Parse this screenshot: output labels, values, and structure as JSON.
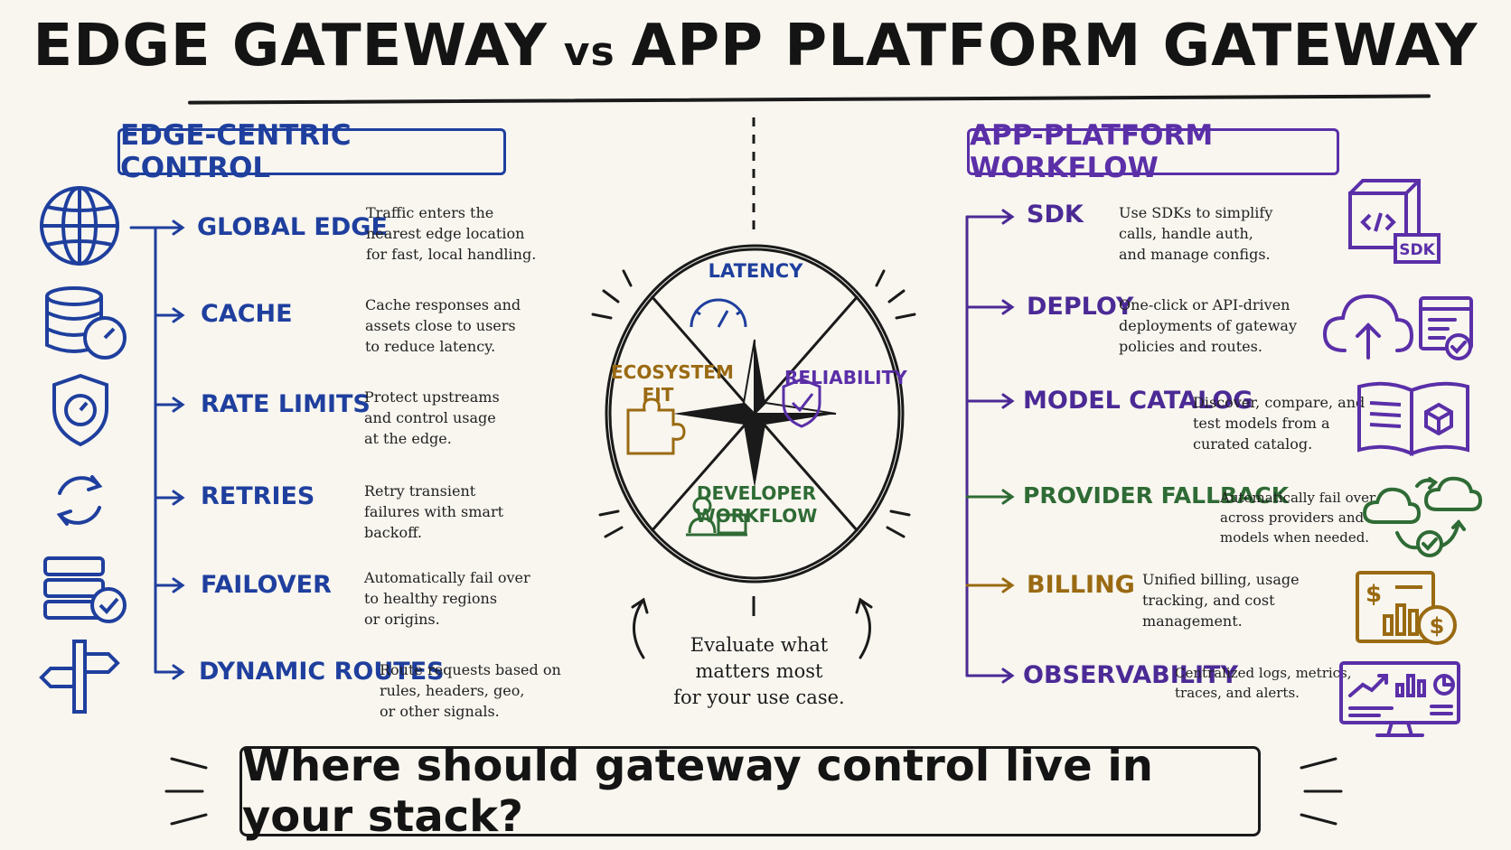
{
  "title": {
    "part1": "EDGE GATEWAY",
    "vs": "vs",
    "part2": "APP PLATFORM GATEWAY"
  },
  "left": {
    "heading": "EDGE-CENTRIC CONTROL",
    "items": [
      {
        "label": "GLOBAL EDGE",
        "icon": "globe-icon",
        "desc": [
          "Traffic enters the",
          "nearest edge location",
          "for fast, local handling."
        ]
      },
      {
        "label": "CACHE",
        "icon": "database-clock-icon",
        "desc": [
          "Cache responses and",
          "assets close to users",
          "to reduce latency."
        ]
      },
      {
        "label": "RATE LIMITS",
        "icon": "shield-gauge-icon",
        "desc": [
          "Protect upstreams",
          "and control usage",
          "at the edge."
        ]
      },
      {
        "label": "RETRIES",
        "icon": "refresh-icon",
        "desc": [
          "Retry transient",
          "failures with smart",
          "backoff."
        ]
      },
      {
        "label": "FAILOVER",
        "icon": "server-check-icon",
        "desc": [
          "Automatically fail over",
          "to healthy regions",
          "or origins."
        ]
      },
      {
        "label": "DYNAMIC ROUTES",
        "icon": "signpost-icon",
        "desc": [
          "Route requests based on",
          "rules, headers, geo,",
          "or other signals."
        ]
      }
    ]
  },
  "right": {
    "heading": "APP-PLATFORM WORKFLOW",
    "items": [
      {
        "label": "SDK",
        "icon": "sdk-box-icon",
        "badge": "SDK",
        "desc": [
          "Use SDKs to simplify",
          "calls, handle auth,",
          "and manage configs."
        ]
      },
      {
        "label": "DEPLOY",
        "icon": "cloud-upload-icon",
        "desc": [
          "One-click or API-driven",
          "deployments of gateway",
          "policies and routes."
        ]
      },
      {
        "label": "MODEL CATALOG",
        "icon": "book-cube-icon",
        "desc": [
          "Discover, compare, and",
          "test models from a",
          "curated catalog."
        ]
      },
      {
        "label": "PROVIDER FALLBACK",
        "icon": "cloud-swap-icon",
        "desc": [
          "Automatically fail over",
          "across providers and",
          "models when needed."
        ]
      },
      {
        "label": "BILLING",
        "icon": "billing-chart-icon",
        "desc": [
          "Unified billing, usage",
          "tracking, and cost",
          "management."
        ]
      },
      {
        "label": "OBSERVABILITY",
        "icon": "monitor-dashboard-icon",
        "desc": [
          "Centralized logs, metrics,",
          "traces, and alerts."
        ]
      }
    ]
  },
  "wheel": {
    "top": "LATENCY",
    "right": "RELIABILITY",
    "left1": "ECOSYSTEM",
    "left2": "FIT",
    "bottom1": "DEVELOPER",
    "bottom2": "WORKFLOW"
  },
  "evaluate": [
    "Evaluate what",
    "matters most",
    "for your use case."
  ],
  "question": "Where should gateway control live in your stack?",
  "colors": {
    "blue": "#1f3f9e",
    "purple": "#5a2fa8",
    "green": "#2f6b35",
    "amber": "#9a6a12",
    "ink": "#1a1a1a"
  }
}
